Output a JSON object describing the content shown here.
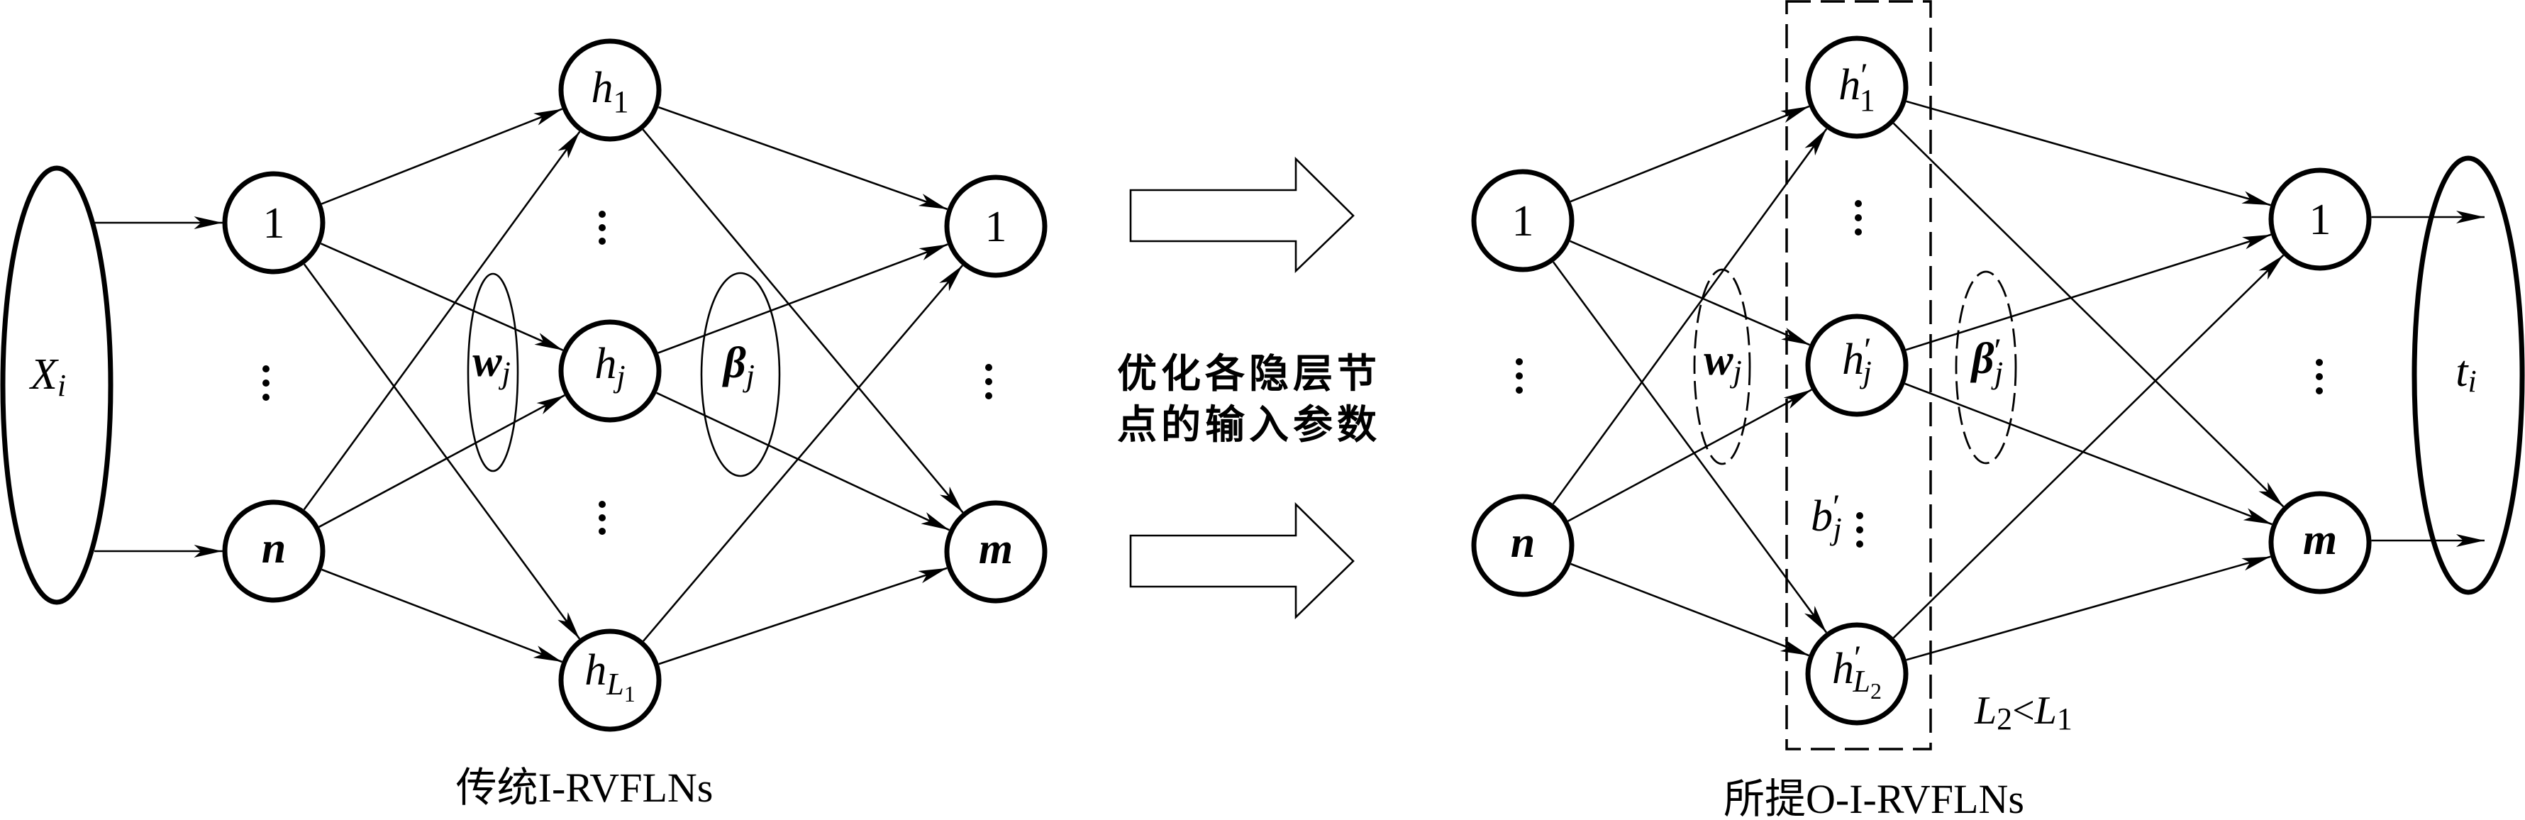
{
  "colors": {
    "ink": "#000000",
    "background": "#ffffff"
  },
  "left_panel": {
    "caption": "传统I-RVFLNs",
    "input_set": {
      "symbol": "X",
      "sub": "i"
    },
    "input_nodes": [
      {
        "label": "1"
      },
      {
        "label": "n"
      }
    ],
    "hidden_nodes": [
      {
        "symbol": "h",
        "sub": "1"
      },
      {
        "symbol": "h",
        "sub": "j"
      },
      {
        "symbol": "h",
        "sub": "L",
        "subsub": "1"
      }
    ],
    "output_nodes": [
      {
        "label": "1"
      },
      {
        "label": "m"
      }
    ],
    "input_weights": {
      "symbol": "w",
      "sub": "j"
    },
    "output_weights": {
      "symbol": "β",
      "sub": "j"
    }
  },
  "transition": {
    "lines": [
      "优化各隐层节",
      "点的输入参数"
    ]
  },
  "right_panel": {
    "caption": "所提O-I-RVFLNs",
    "input_nodes": [
      {
        "label": "1"
      },
      {
        "label": "n"
      }
    ],
    "hidden_nodes": [
      {
        "symbol": "h",
        "prime": "′",
        "sub": "1"
      },
      {
        "symbol": "h",
        "prime": "′",
        "sub": "j"
      },
      {
        "symbol": "h",
        "prime": "′",
        "sub": "L",
        "subsub": "2"
      }
    ],
    "bias": {
      "symbol": "b",
      "prime": "′",
      "sub": "j"
    },
    "input_weights": {
      "symbol": "w",
      "sub": "j"
    },
    "output_weights": {
      "symbol": "β",
      "prime": "′",
      "sub": "j"
    },
    "output_nodes": [
      {
        "label": "1"
      },
      {
        "label": "m"
      }
    ],
    "target_set": {
      "symbol": "t",
      "sub": "i"
    },
    "constraint": {
      "lhs": "L",
      "lhs_sub": "2",
      "op": "<",
      "rhs": "L",
      "rhs_sub": "1"
    }
  },
  "edges": {
    "left": [
      [
        "X",
        "in1"
      ],
      [
        "X",
        "inn"
      ],
      [
        "in1",
        "h1"
      ],
      [
        "in1",
        "hj"
      ],
      [
        "in1",
        "hL"
      ],
      [
        "inn",
        "h1"
      ],
      [
        "inn",
        "hj"
      ],
      [
        "inn",
        "hL"
      ],
      [
        "h1",
        "o1"
      ],
      [
        "h1",
        "om"
      ],
      [
        "hj",
        "o1"
      ],
      [
        "hj",
        "om"
      ],
      [
        "hL",
        "o1"
      ],
      [
        "hL",
        "om"
      ]
    ],
    "right": [
      [
        "in1",
        "h1"
      ],
      [
        "in1",
        "hj"
      ],
      [
        "in1",
        "hL"
      ],
      [
        "inn",
        "h1"
      ],
      [
        "inn",
        "hj"
      ],
      [
        "inn",
        "hL"
      ],
      [
        "h1",
        "o1"
      ],
      [
        "h1",
        "om"
      ],
      [
        "hj",
        "o1"
      ],
      [
        "hj",
        "om"
      ],
      [
        "hL",
        "o1"
      ],
      [
        "hL",
        "om"
      ],
      [
        "o1",
        "T"
      ],
      [
        "om",
        "T"
      ]
    ]
  }
}
